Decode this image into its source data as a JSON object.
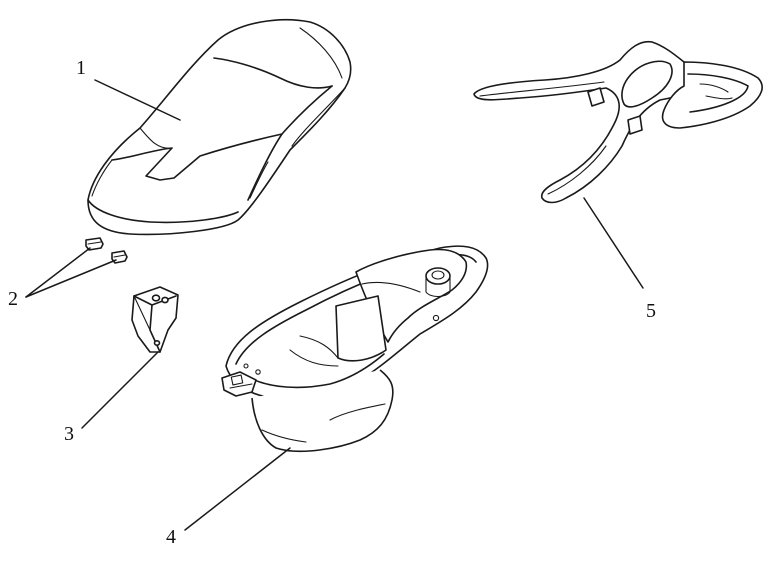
{
  "diagram": {
    "callouts": [
      {
        "id": "1",
        "label": "1",
        "part": "seat"
      },
      {
        "id": "2",
        "label": "2",
        "part": "seat-bumper"
      },
      {
        "id": "3",
        "label": "3",
        "part": "bracket"
      },
      {
        "id": "4",
        "label": "4",
        "part": "helmet-box"
      },
      {
        "id": "5",
        "label": "5",
        "part": "rear-carrier"
      }
    ]
  }
}
